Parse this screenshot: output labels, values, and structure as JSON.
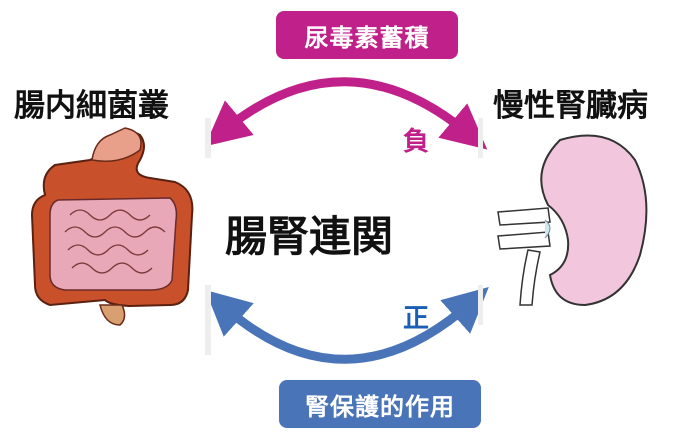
{
  "labels": {
    "top_pill": "尿毒素蓄積",
    "bottom_pill": "腎保護的作用",
    "left_organ": "腸内細菌叢",
    "right_organ": "慢性腎臓病",
    "center": "腸腎連関",
    "negative": "負",
    "positive": "正"
  },
  "colors": {
    "magenta": "#c0208a",
    "blue": "#4a74b8",
    "kidney_fill": "#f2c6dd",
    "intestine_fill": "#c8502a"
  },
  "icons": {
    "left": "intestine-icon",
    "right": "kidney-icon"
  }
}
